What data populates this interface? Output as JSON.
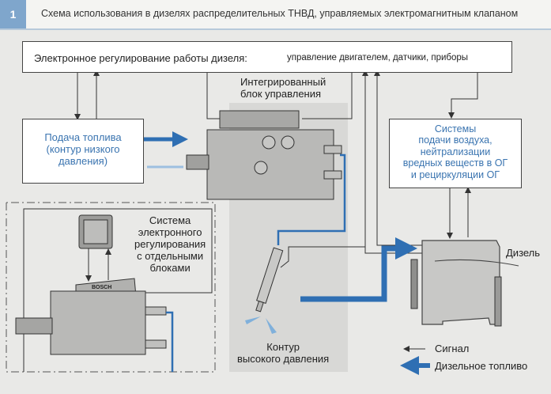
{
  "header": {
    "number": "1",
    "title": "Схема использования в дизелях распределительных ТНВД, управляемых электромагнитным клапаном"
  },
  "control_box": {
    "title": "Электронное регулирование работы дизеля:",
    "subtitle": "управление двигателем, датчики, приборы"
  },
  "integrated_unit_label": [
    "Интегрированный",
    "блок управления"
  ],
  "fuel_supply_box": [
    "Подача топлива",
    "(контур низкого",
    "давления)"
  ],
  "air_systems_box": [
    "Системы",
    "подачи воздуха,",
    "нейтрализации",
    "вредных веществ в ОГ",
    "и рециркуляции ОГ"
  ],
  "separate_system_label": [
    "Система",
    "электронного",
    "регулирования",
    "с отдельными",
    "блоками"
  ],
  "pump_brand": "BOSCH",
  "high_pressure_label": [
    "Контур",
    "высокого давления"
  ],
  "engine_label": "Дизель",
  "legend": {
    "signal": "Сигнал",
    "fuel": "Дизельное топливо"
  },
  "colors": {
    "accent_blue": "#3a74b0",
    "fuel_line": "#2f6fb3",
    "header_badge": "#7fa6cc"
  }
}
